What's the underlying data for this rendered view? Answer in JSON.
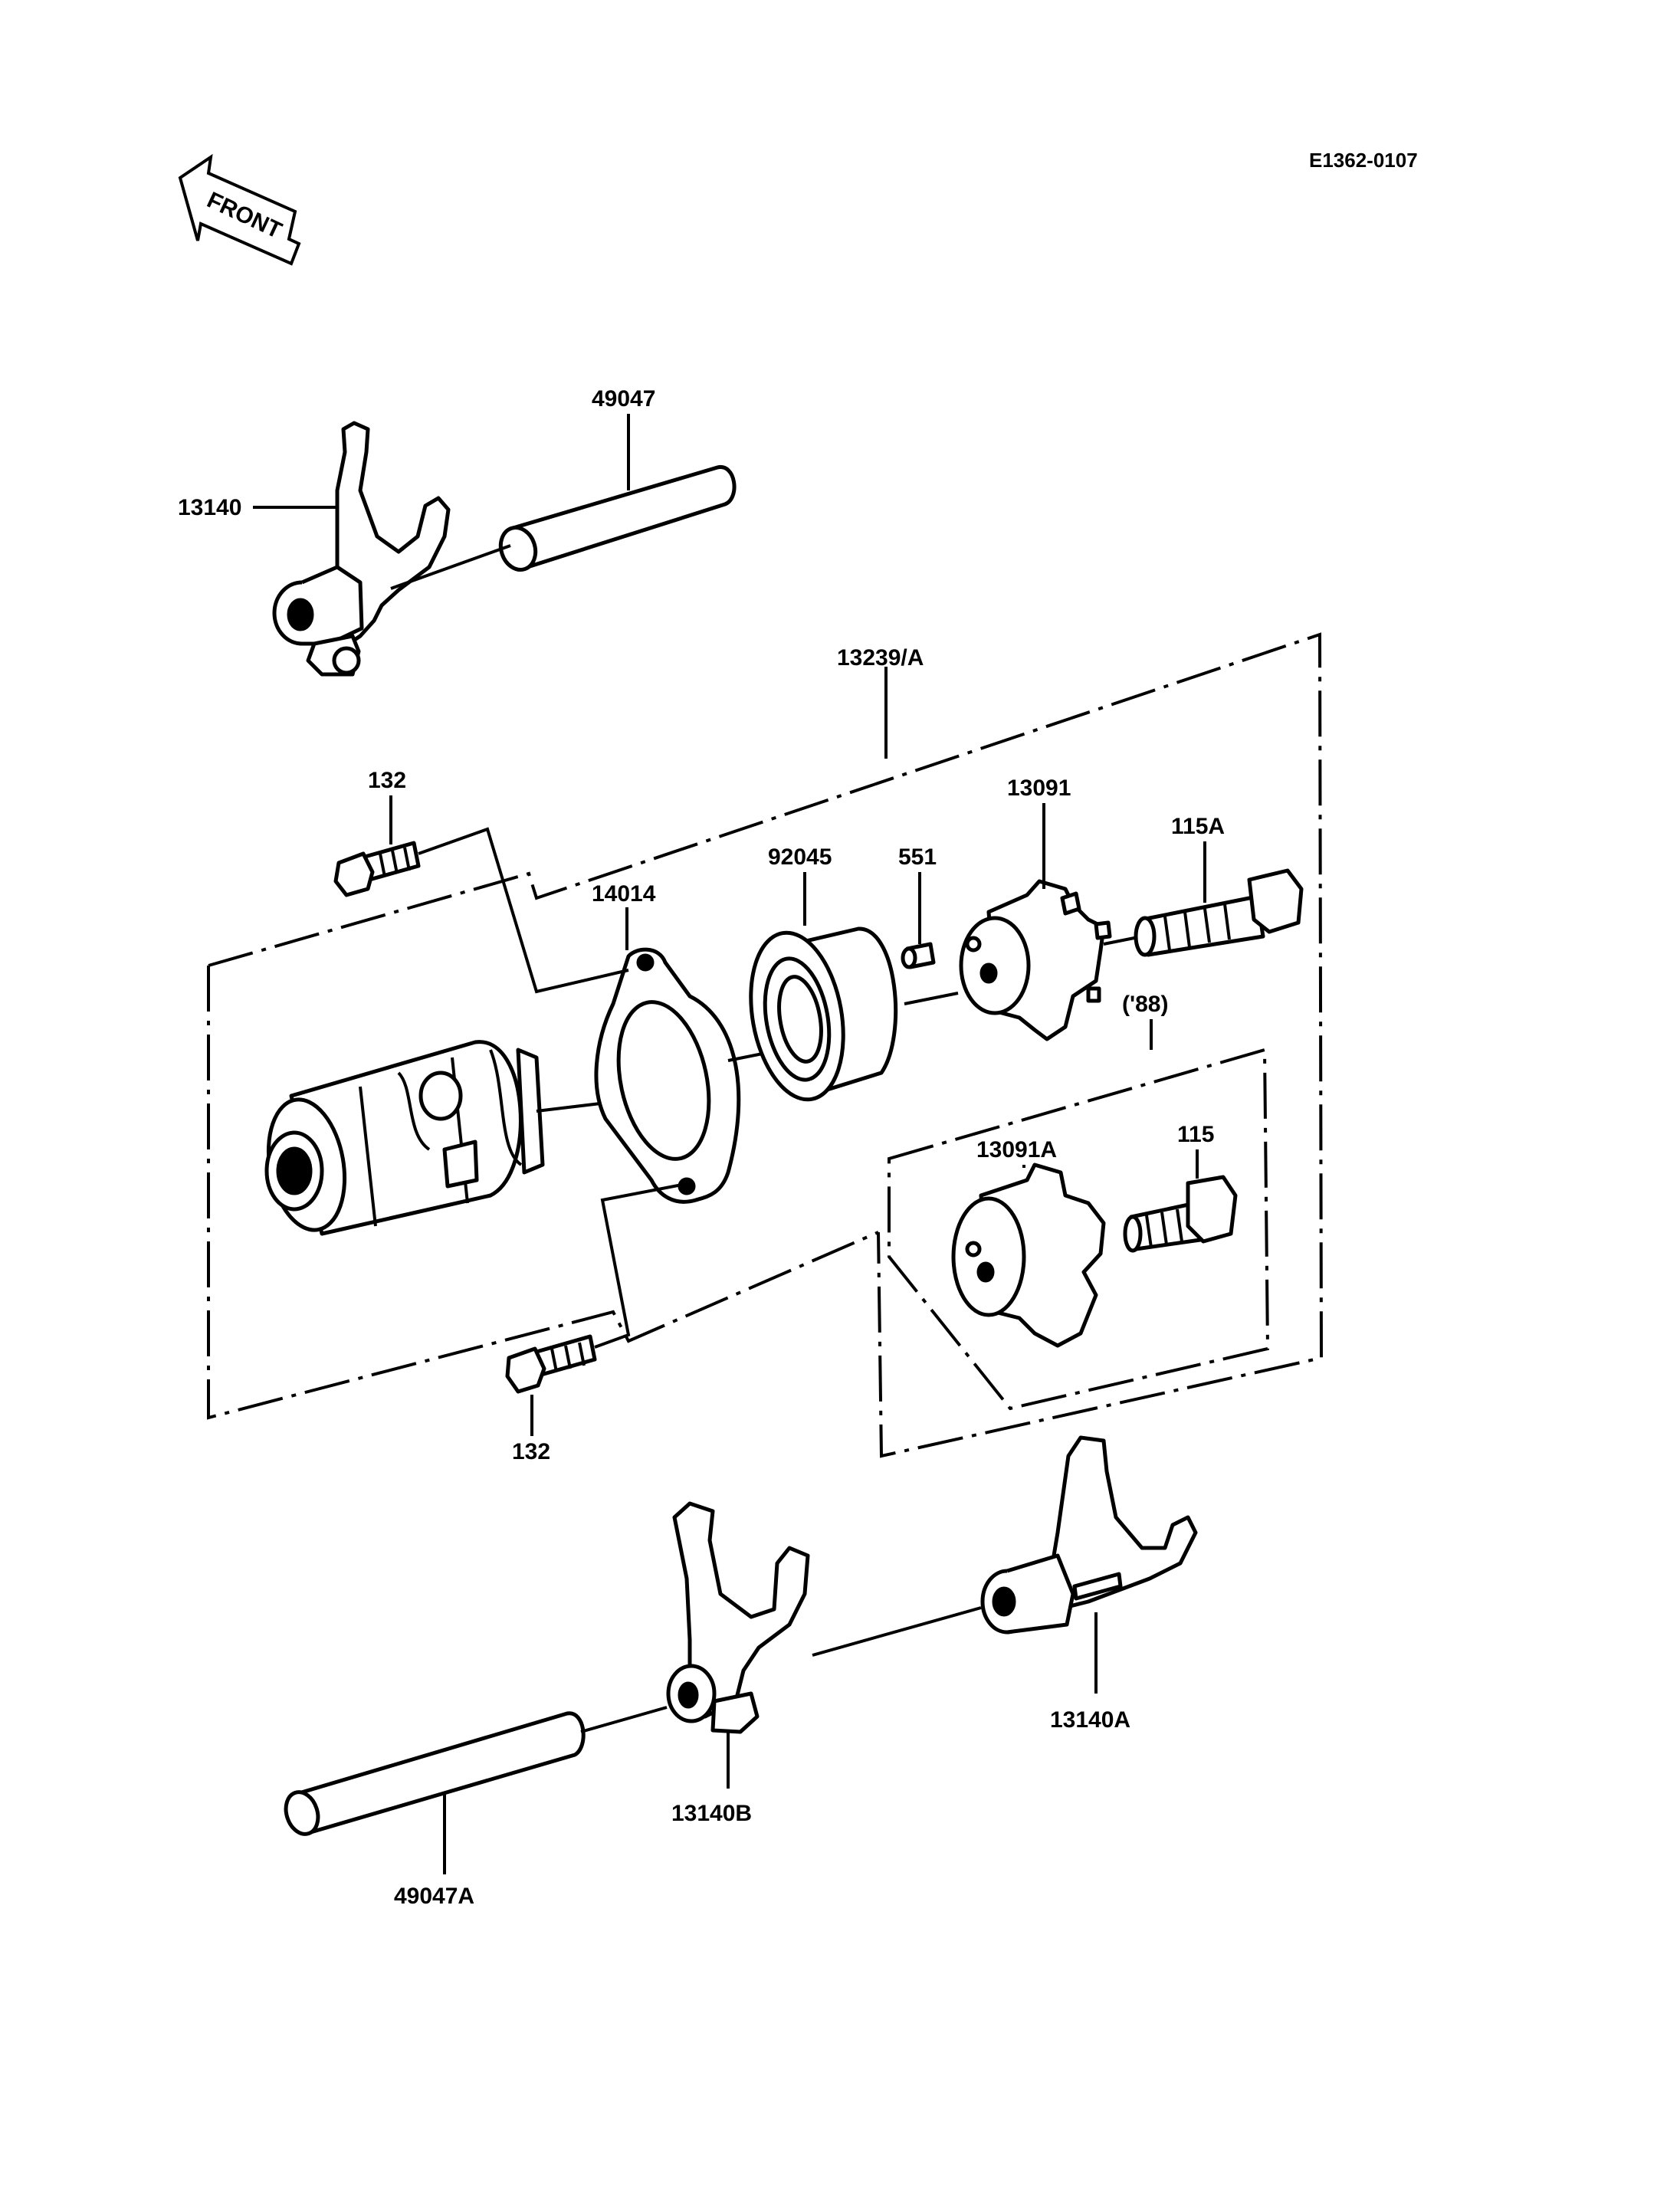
{
  "diagram_code": "E1362-0107",
  "front_arrow": {
    "label": "FRONT"
  },
  "callouts": {
    "fork_top": "13140",
    "rod_top": "49047",
    "assembly": "13239/A",
    "bolt_upper": "132",
    "bolt_lower": "132",
    "gasket": "14014",
    "bearing": "92045",
    "pin": "551",
    "cam": "13091",
    "bolt_115a": "115A",
    "variant_year": "('88)",
    "cam_variant": "13091A",
    "bolt_115": "115",
    "fork_a": "13140A",
    "fork_b": "13140B",
    "rod_bottom": "49047A"
  },
  "colors": {
    "ink": "#000000",
    "paper": "#ffffff"
  }
}
